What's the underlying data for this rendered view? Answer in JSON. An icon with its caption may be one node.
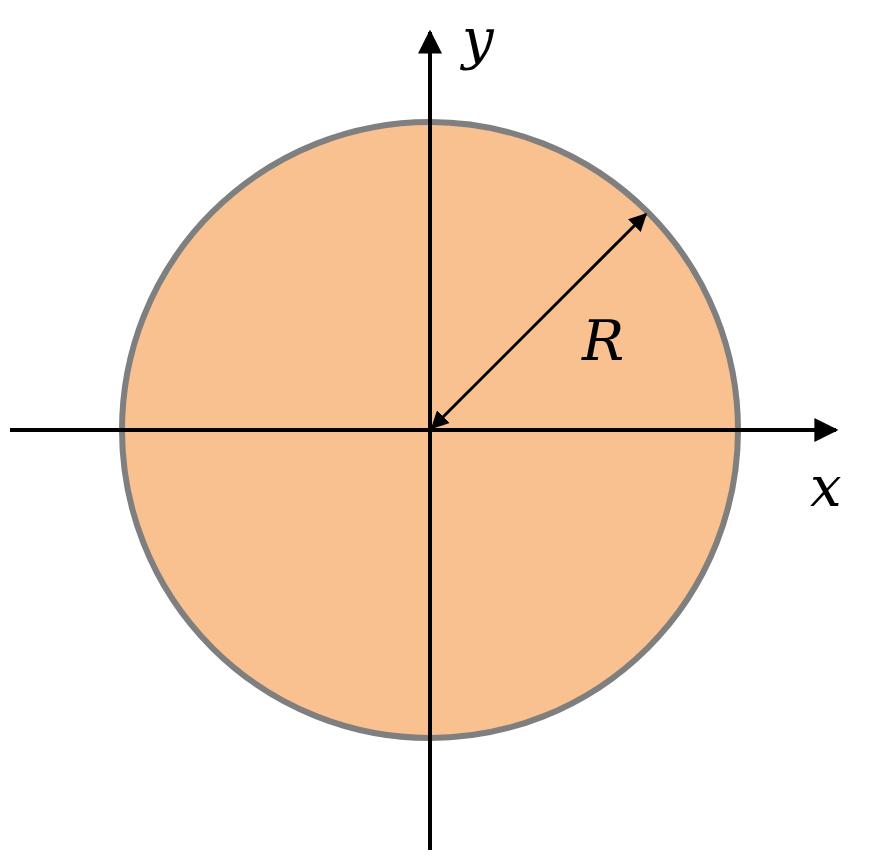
{
  "diagram": {
    "labels": [
      "y",
      "R",
      "x"
    ]
  }
}
